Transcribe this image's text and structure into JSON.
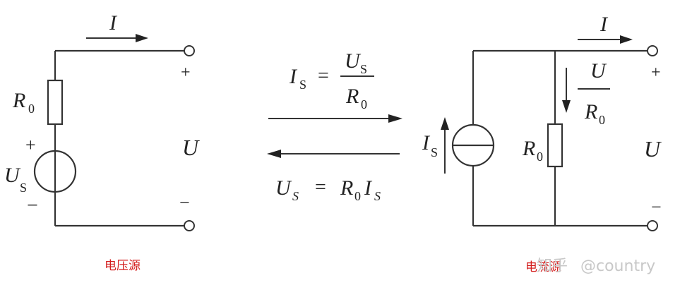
{
  "voltage_source": {
    "current_label": "I",
    "resistor_label": "R",
    "resistor_sub": "0",
    "source_label": "U",
    "source_sub": "S",
    "plus_top": "+",
    "minus_bottom": "−",
    "source_plus": "+",
    "source_minus": "−",
    "voltage_label": "U",
    "caption": "电压源"
  },
  "conversion": {
    "top_lhs": "I",
    "top_lhs_sub": "S",
    "top_eq": "=",
    "top_num": "U",
    "top_num_sub": "S",
    "top_den": "R",
    "top_den_sub": "0",
    "bottom_lhs": "U",
    "bottom_lhs_sub": "S",
    "bottom_eq": "=",
    "bottom_r": "R",
    "bottom_r_sub": "0",
    "bottom_i": "I",
    "bottom_i_sub": "S"
  },
  "current_source": {
    "current_label": "I",
    "source_label": "I",
    "source_sub": "S",
    "branch_num": "U",
    "branch_den": "R",
    "branch_den_sub": "0",
    "resistor_label": "R",
    "resistor_sub": "0",
    "plus_top": "+",
    "minus_bottom": "−",
    "voltage_label": "U",
    "caption": "电流源"
  },
  "watermark": {
    "site": "知乎",
    "handle": "@country"
  }
}
